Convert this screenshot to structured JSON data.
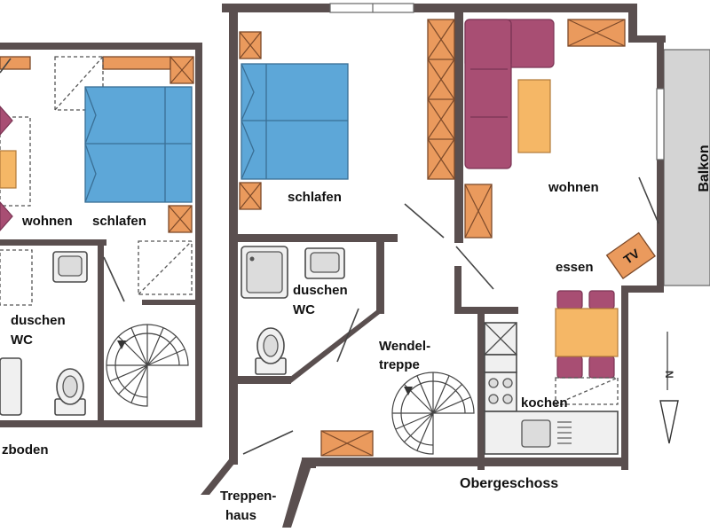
{
  "labels": {
    "dach_wohnen": "wohnen",
    "dach_schlafen": "schlafen",
    "dach_duschen": "duschen",
    "dach_wc": "WC",
    "dach_boden": "zboden",
    "og_schlafen": "schlafen",
    "og_wohnen": "wohnen",
    "og_duschen": "duschen",
    "og_wc": "WC",
    "og_balkon": "Balkon",
    "og_essen": "essen",
    "og_tv": "TV",
    "og_wendel": "Wendel-",
    "og_treppe": "treppe",
    "og_kochen": "kochen",
    "og_treppen": "Treppen-",
    "og_haus": "haus",
    "og_geschoss": "Obergeschoss",
    "north": "N"
  },
  "colors": {
    "wall": "#5a4f4f",
    "bed": "#5da7d8",
    "wardrobe": "#ea9a5d",
    "sofa": "#a84e73",
    "table": "#f5b766",
    "balcony": "#d4d4d4"
  }
}
